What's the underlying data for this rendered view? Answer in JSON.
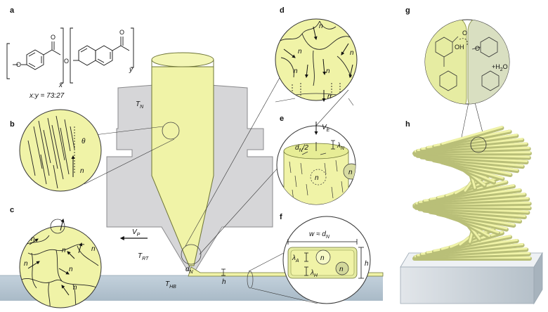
{
  "panels": {
    "a": {
      "label": "a",
      "sub_x": "x",
      "sub_y": "y",
      "ratio": "x:y = 73:27",
      "atom_o": "O"
    },
    "b": {
      "label": "b",
      "theta": "θ",
      "director": "n"
    },
    "c": {
      "label": "c",
      "director": "n"
    },
    "d": {
      "label": "d",
      "director": "n"
    },
    "e": {
      "label": "e",
      "velocity": "V",
      "velocity_sub": "E",
      "half_d": "d",
      "half_d_sub": "N",
      "half_d_suffix": "/2",
      "lambda": "λ",
      "lambda_sub": "N",
      "director": "n"
    },
    "f": {
      "label": "f",
      "width_eq": "w ≈ d",
      "width_sub": "N",
      "height": "h",
      "lambda": "λ",
      "lambda_a_sub": "A",
      "lambda_h_sub": "H",
      "director": "n"
    },
    "g": {
      "label": "g",
      "oh": "OH",
      "o": "O",
      "water": "+H",
      "water_sub": "2",
      "water_end": "O"
    },
    "h": {
      "label": "h"
    },
    "nozzle": {
      "t_nozzle": "T",
      "t_nozzle_sub": "N",
      "v_print": "V",
      "v_print_sub": "P",
      "t_room": "T",
      "t_room_sub": "RT",
      "t_bed": "T",
      "t_bed_sub": "HB",
      "d_nozzle": "d",
      "d_nozzle_sub": "N",
      "layer_h": "h"
    },
    "colors": {
      "lc_fill": "#f0f3a7",
      "lc_stroke": "#6d7436",
      "nozzle_grey": "#d6d6d8",
      "bed_blue": "#b7c7d3",
      "text": "#111111"
    }
  }
}
